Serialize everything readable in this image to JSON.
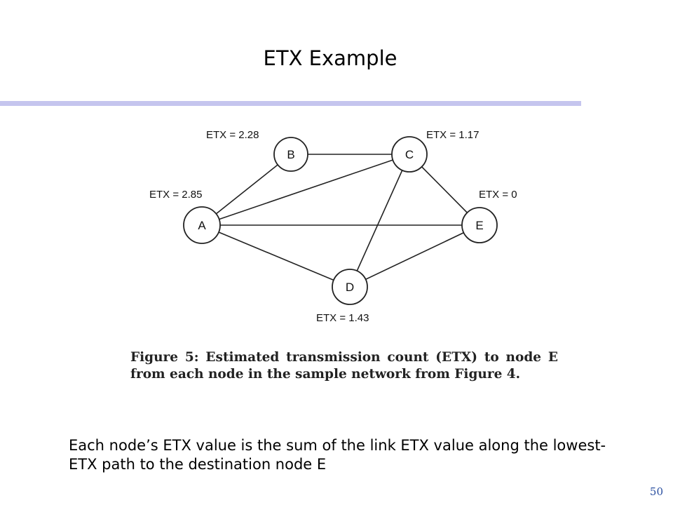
{
  "slide": {
    "title": "ETX Example",
    "summary": "Each node’s ETX value is the sum of the link ETX value along the lowest-ETX path to the destination node E",
    "page_number": "50"
  },
  "figure": {
    "caption": "Figure 5: Estimated transmission count (ETX) to node E from each node in the sample network from Figure 4.",
    "nodes": [
      {
        "id": "A",
        "etx_label": "ETX = 2.85"
      },
      {
        "id": "B",
        "etx_label": "ETX = 2.28"
      },
      {
        "id": "C",
        "etx_label": "ETX = 1.17"
      },
      {
        "id": "D",
        "etx_label": "ETX = 1.43"
      },
      {
        "id": "E",
        "etx_label": "ETX = 0"
      }
    ],
    "edges": [
      [
        "A",
        "B"
      ],
      [
        "A",
        "C"
      ],
      [
        "A",
        "E"
      ],
      [
        "A",
        "D"
      ],
      [
        "B",
        "C"
      ],
      [
        "C",
        "E"
      ],
      [
        "C",
        "D"
      ],
      [
        "D",
        "E"
      ]
    ]
  },
  "colors": {
    "title_rule": "#c5c5ee",
    "page_number": "#2a4fa0"
  }
}
